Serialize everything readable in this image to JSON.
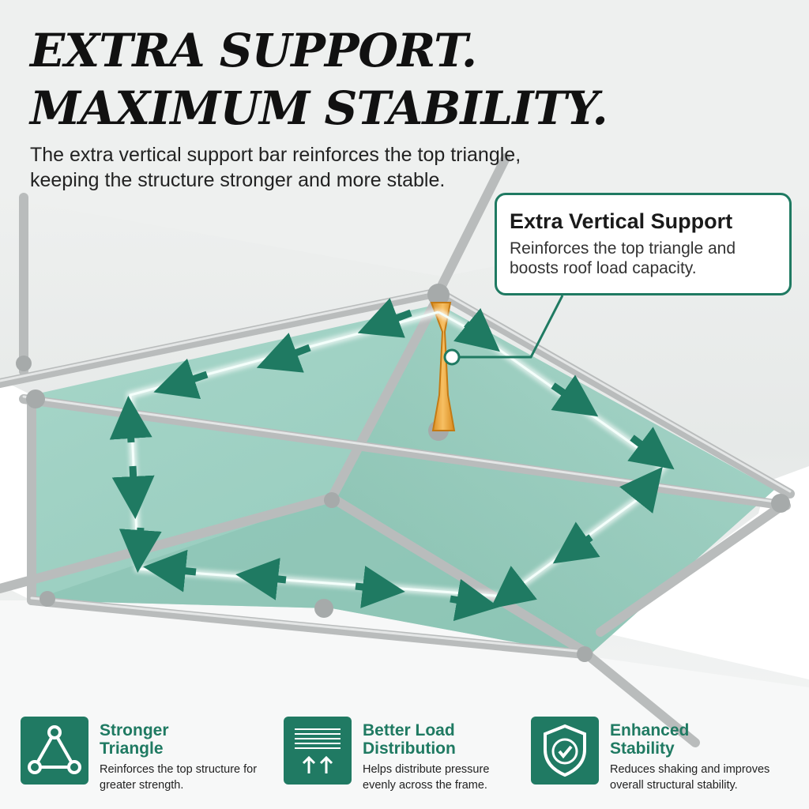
{
  "headline": {
    "line1": "EXTRA SUPPORT.",
    "line2": "MAXIMUM STABILITY."
  },
  "subheadline": "The extra vertical support bar reinforces the top triangle, keeping the structure stronger and more stable.",
  "callout": {
    "title": "Extra Vertical Support",
    "description": "Reinforces the top triangle and boosts roof load capacity."
  },
  "features": [
    {
      "title": "Stronger Triangle",
      "description": "Reinforces the top structure for greater strength.",
      "icon": "triangle-nodes-icon"
    },
    {
      "title": "Better Load Distribution",
      "description": "Helps distribute pressure evenly across the frame.",
      "icon": "load-distribution-icon"
    },
    {
      "title": "Enhanced Stability",
      "description": "Reduces shaking and improves overall structural stability.",
      "icon": "shield-check-icon"
    }
  ],
  "colors": {
    "brand_green": "#1f7a62",
    "roof_panel": "#9fd0c3",
    "support_bar": "#e8a23a",
    "frame": "#b9bcbc"
  }
}
